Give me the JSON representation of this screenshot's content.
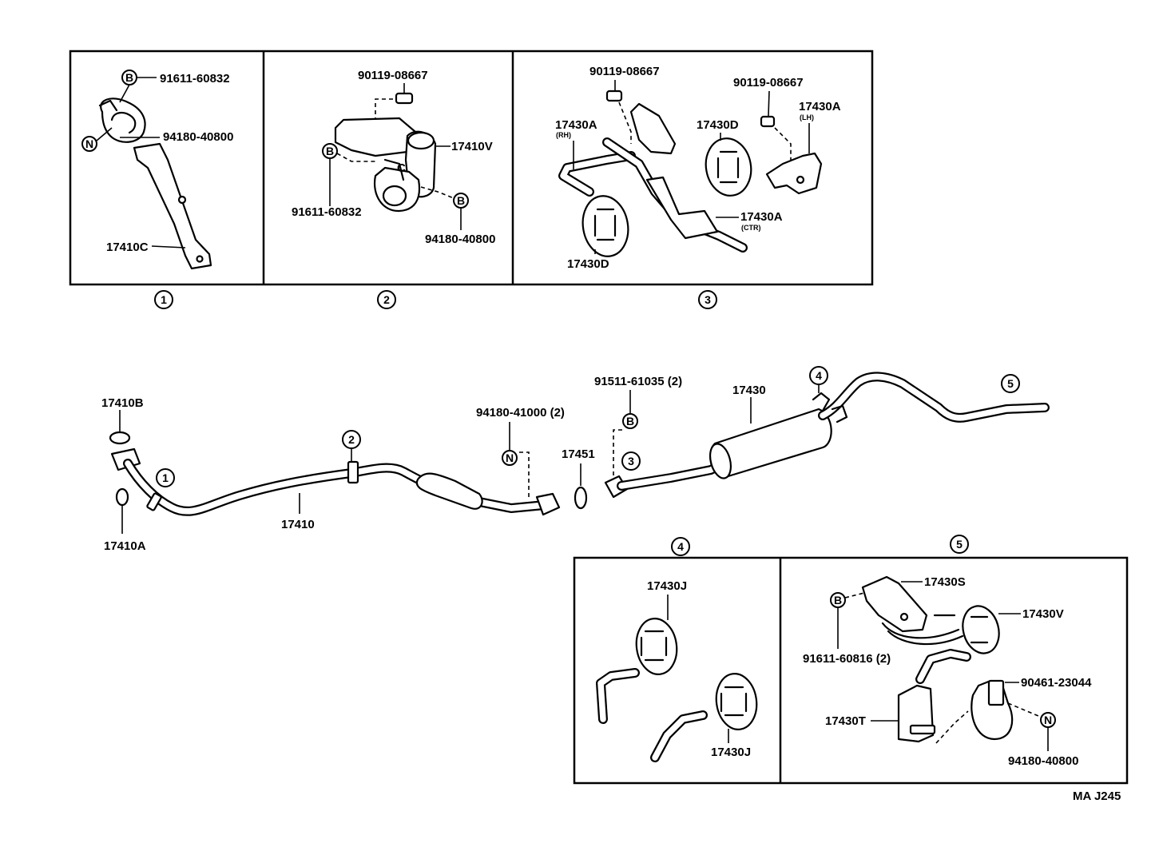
{
  "figure_code": "MA J245",
  "callouts": {
    "c1": "1",
    "c2": "2",
    "c3": "3",
    "c4": "4",
    "c5": "5"
  },
  "markers": {
    "bolt": "B",
    "nut": "N"
  },
  "panel1": {
    "bolt_part": "91611-60832",
    "nut_part": "94180-40800",
    "bracket": "17410C"
  },
  "panel2": {
    "screw": "90119-08667",
    "bracket": "17410V",
    "bolt_part": "91611-60832",
    "nut_part": "94180-40800"
  },
  "panel3": {
    "screw_left": "90119-08667",
    "screw_right": "90119-08667",
    "hanger_rh": "17430A",
    "rh_note": "(RH)",
    "hanger_lh": "17430A",
    "lh_note": "(LH)",
    "hanger_ctr": "17430A",
    "ctr_note": "(CTR)",
    "cushion_top": "17430D",
    "cushion_bottom": "17430D"
  },
  "main": {
    "gasket_b": "17410B",
    "gasket_a": "17410A",
    "front_pipe": "17410",
    "nut_part": "94180-41000 (2)",
    "gasket_451": "17451",
    "bolt_part": "91511-61035 (2)",
    "tail_assy": "17430"
  },
  "panel4": {
    "cushion_top": "17430J",
    "cushion_bottom": "17430J"
  },
  "panel5": {
    "bracket_s": "17430S",
    "cushion_v": "17430V",
    "bolt_part": "91611-60816 (2)",
    "bracket_t": "17430T",
    "clip": "90461-23044",
    "nut_part": "94180-40800"
  }
}
